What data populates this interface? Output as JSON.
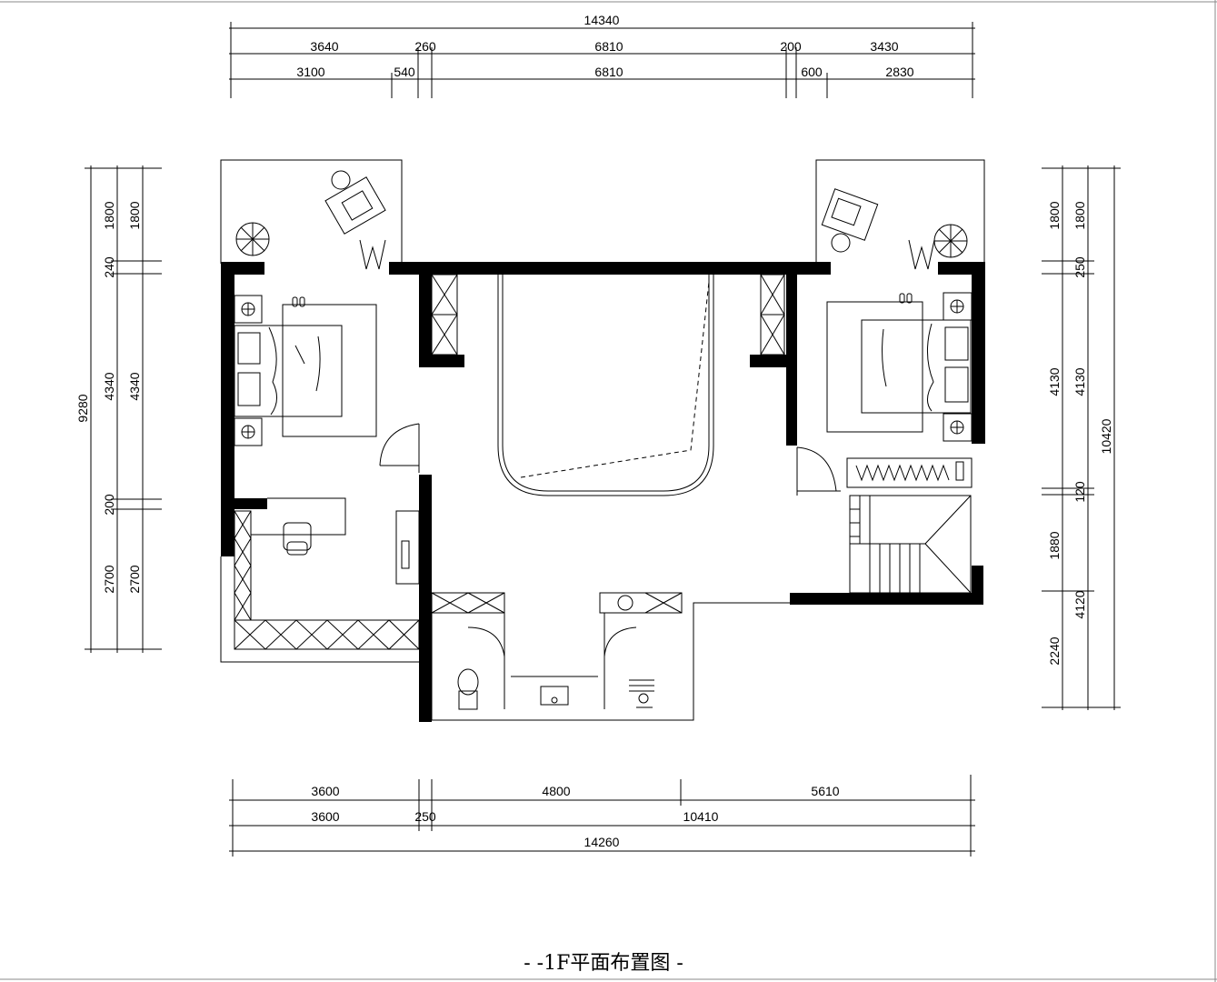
{
  "drawing_title": "- -1F平面布置图 -",
  "dimensions": {
    "top_row1": [
      "14340"
    ],
    "top_row2": [
      "3640",
      "260",
      "6810",
      "200",
      "3430"
    ],
    "top_row3": [
      "3100",
      "540",
      "6810",
      "600",
      "2830"
    ],
    "bottom_row1": [
      "3600",
      "4800",
      "5610"
    ],
    "bottom_row2": [
      "3600",
      "250",
      "10410"
    ],
    "bottom_row3": [
      "14260"
    ],
    "left_outer": [
      "9280"
    ],
    "left_inner": [
      "1800",
      "240",
      "4340",
      "200",
      "2700"
    ],
    "left_inner2": [
      "1800",
      "4340",
      "2700"
    ],
    "right_outer": [
      "10420"
    ],
    "right_inner": [
      "1800",
      "4130",
      "1880",
      "2240"
    ],
    "right_inner2": [
      "1800",
      "250",
      "4130",
      "120",
      "4120"
    ]
  }
}
